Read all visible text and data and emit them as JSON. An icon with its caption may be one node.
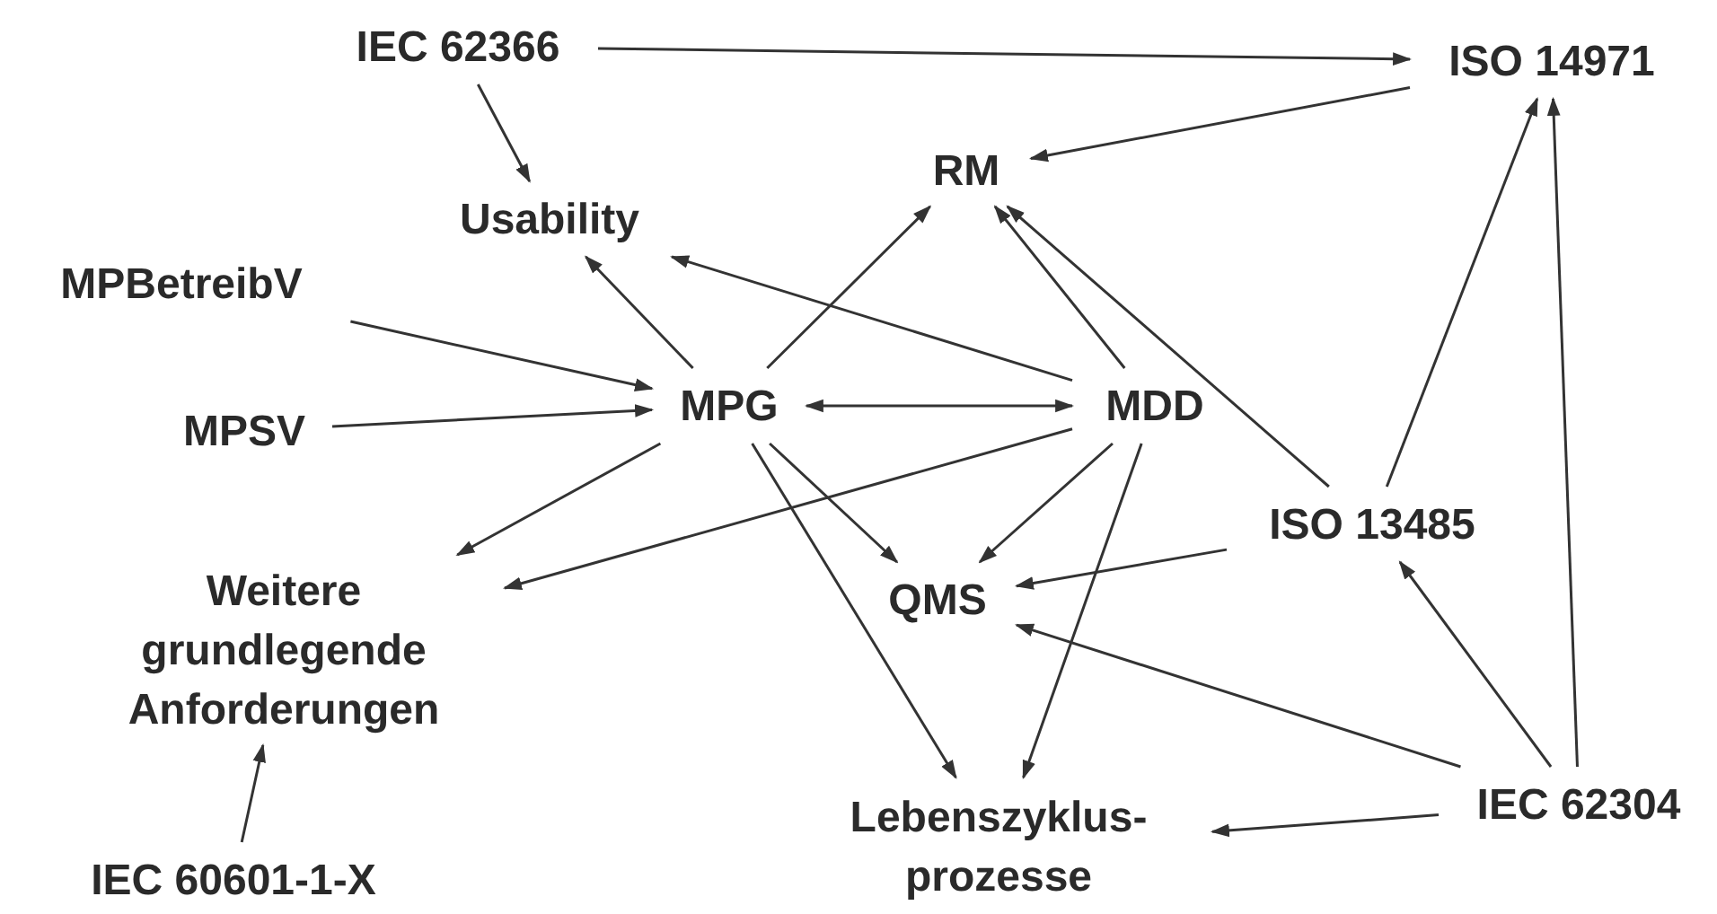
{
  "diagram": {
    "nodes": [
      {
        "text": [
          "IEC 62366"
        ]
      },
      {
        "text": [
          "ISO 14971"
        ]
      },
      {
        "text": [
          "RM"
        ]
      },
      {
        "text": [
          "Usability"
        ]
      },
      {
        "text": [
          "MPBetreibV"
        ]
      },
      {
        "text": [
          "MPG"
        ]
      },
      {
        "text": [
          "MDD"
        ]
      },
      {
        "text": [
          "MPSV"
        ]
      },
      {
        "text": [
          "ISO 13485"
        ]
      },
      {
        "text": [
          "Weitere grundlegende Anforderungen"
        ]
      },
      {
        "text": [
          "QMS"
        ]
      },
      {
        "text": [
          "IEC 62304"
        ]
      },
      {
        "text": [
          "Lebenszyklus- prozesse"
        ]
      },
      {
        "text": [
          "IEC 60601-1-X"
        ]
      }
    ],
    "edges": [
      {
        "from": 0,
        "to": 1,
        "arrow": "to"
      },
      {
        "from": 0,
        "to": 3,
        "arrow": "to"
      },
      {
        "from": 1,
        "to": 2,
        "arrow": "to"
      },
      {
        "from": 5,
        "to": 3,
        "arrow": "to"
      },
      {
        "from": 5,
        "to": 2,
        "arrow": "to"
      },
      {
        "from": 6,
        "to": 3,
        "arrow": "to"
      },
      {
        "from": 6,
        "to": 2,
        "arrow": "to"
      },
      {
        "from": 8,
        "to": 2,
        "arrow": "to"
      },
      {
        "from": 8,
        "to": 1,
        "arrow": "to"
      },
      {
        "from": 4,
        "to": 5,
        "arrow": "to"
      },
      {
        "from": 7,
        "to": 5,
        "arrow": "to"
      },
      {
        "from": 5,
        "to": 6,
        "arrow": "both"
      },
      {
        "from": 5,
        "to": 9,
        "arrow": "to"
      },
      {
        "from": 6,
        "to": 9,
        "arrow": "to"
      },
      {
        "from": 5,
        "to": 10,
        "arrow": "to"
      },
      {
        "from": 5,
        "to": 12,
        "arrow": "to"
      },
      {
        "from": 6,
        "to": 10,
        "arrow": "to"
      },
      {
        "from": 6,
        "to": 12,
        "arrow": "to"
      },
      {
        "from": 8,
        "to": 10,
        "arrow": "to"
      },
      {
        "from": 11,
        "to": 8,
        "arrow": "to"
      },
      {
        "from": 11,
        "to": 1,
        "arrow": "to"
      },
      {
        "from": 11,
        "to": 10,
        "arrow": "to"
      },
      {
        "from": 11,
        "to": 12,
        "arrow": "to"
      },
      {
        "from": 13,
        "to": 9,
        "arrow": "to"
      }
    ]
  }
}
